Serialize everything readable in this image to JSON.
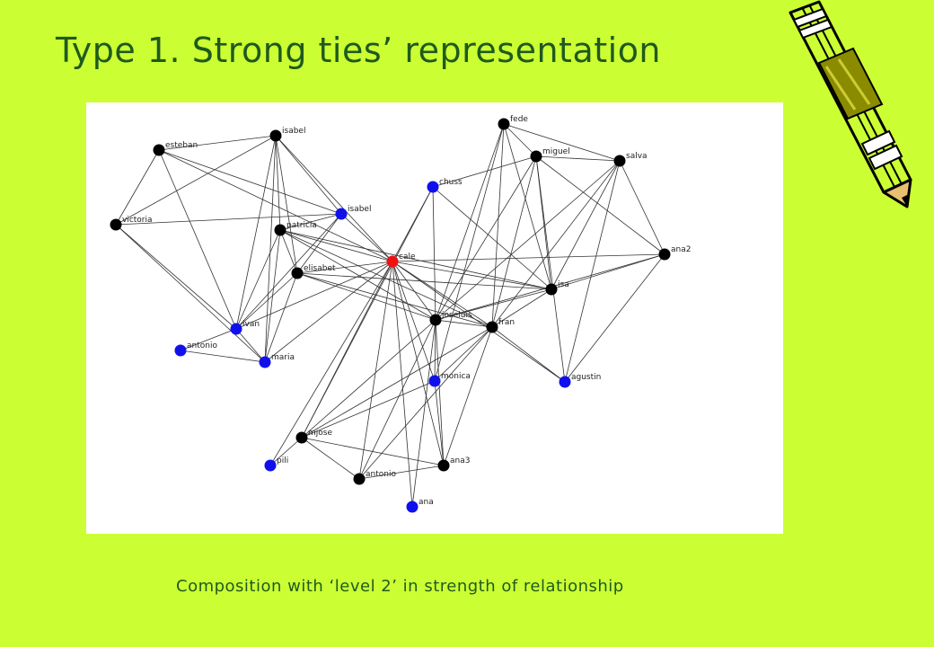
{
  "title": "Type 1. Strong ties’ representation",
  "caption": "Composition with ‘level 2’ in strength of relationship",
  "colors": {
    "background": "#ccff33",
    "text": "#1e5a1e",
    "node_black": "#000000",
    "node_blue": "#1010ee",
    "node_red": "#ee1111",
    "edge": "#333333"
  },
  "icons": {
    "decoration": "pencil-icon"
  },
  "nodes": [
    {
      "id": "esteban",
      "label": "esteban",
      "color": "black"
    },
    {
      "id": "isabel1",
      "label": "isabel",
      "color": "black"
    },
    {
      "id": "victoria",
      "label": "victoria",
      "color": "black"
    },
    {
      "id": "isabel2",
      "label": "isabel",
      "color": "blue"
    },
    {
      "id": "patricia",
      "label": "patricia",
      "color": "black"
    },
    {
      "id": "elisabet",
      "label": "elisabet",
      "color": "black"
    },
    {
      "id": "cale",
      "label": "cale",
      "color": "red"
    },
    {
      "id": "ivan",
      "label": "ivan",
      "color": "blue"
    },
    {
      "id": "antonio1",
      "label": "antonio",
      "color": "blue"
    },
    {
      "id": "maria",
      "label": "maria",
      "color": "blue"
    },
    {
      "id": "chuss",
      "label": "chuss",
      "color": "blue"
    },
    {
      "id": "fede",
      "label": "fede",
      "color": "black"
    },
    {
      "id": "miguel",
      "label": "miguel",
      "color": "black"
    },
    {
      "id": "salva",
      "label": "salva",
      "color": "black"
    },
    {
      "id": "ana2",
      "label": "ana2",
      "color": "black"
    },
    {
      "id": "isa",
      "label": "isa",
      "color": "black"
    },
    {
      "id": "joseluis",
      "label": "joseluis",
      "color": "black"
    },
    {
      "id": "fran",
      "label": "fran",
      "color": "black"
    },
    {
      "id": "monica",
      "label": "monica",
      "color": "blue"
    },
    {
      "id": "agustin",
      "label": "agustin",
      "color": "blue"
    },
    {
      "id": "mjose",
      "label": "mjose",
      "color": "black"
    },
    {
      "id": "pili",
      "label": "pili",
      "color": "blue"
    },
    {
      "id": "antonio2",
      "label": "antonio",
      "color": "black"
    },
    {
      "id": "ana3",
      "label": "ana3",
      "color": "black"
    },
    {
      "id": "ana",
      "label": "ana",
      "color": "blue"
    }
  ],
  "edges": [
    [
      "esteban",
      "isabel1"
    ],
    [
      "esteban",
      "victoria"
    ],
    [
      "esteban",
      "isabel2"
    ],
    [
      "esteban",
      "ivan"
    ],
    [
      "esteban",
      "cale"
    ],
    [
      "isabel1",
      "victoria"
    ],
    [
      "isabel1",
      "isabel2"
    ],
    [
      "isabel1",
      "patricia"
    ],
    [
      "isabel1",
      "elisabet"
    ],
    [
      "isabel1",
      "ivan"
    ],
    [
      "isabel1",
      "maria"
    ],
    [
      "isabel1",
      "cale"
    ],
    [
      "victoria",
      "isabel2"
    ],
    [
      "victoria",
      "ivan"
    ],
    [
      "victoria",
      "maria"
    ],
    [
      "isabel2",
      "patricia"
    ],
    [
      "isabel2",
      "elisabet"
    ],
    [
      "isabel2",
      "ivan"
    ],
    [
      "isabel2",
      "cale"
    ],
    [
      "patricia",
      "elisabet"
    ],
    [
      "patricia",
      "cale"
    ],
    [
      "patricia",
      "joseluis"
    ],
    [
      "patricia",
      "isa"
    ],
    [
      "patricia",
      "fran"
    ],
    [
      "patricia",
      "ivan"
    ],
    [
      "patricia",
      "maria"
    ],
    [
      "elisabet",
      "cale"
    ],
    [
      "elisabet",
      "ivan"
    ],
    [
      "elisabet",
      "maria"
    ],
    [
      "elisabet",
      "joseluis"
    ],
    [
      "elisabet",
      "isa"
    ],
    [
      "elisabet",
      "fran"
    ],
    [
      "ivan",
      "antonio1"
    ],
    [
      "ivan",
      "maria"
    ],
    [
      "ivan",
      "cale"
    ],
    [
      "antonio1",
      "maria"
    ],
    [
      "maria",
      "cale"
    ],
    [
      "cale",
      "chuss"
    ],
    [
      "cale",
      "ana2"
    ],
    [
      "cale",
      "isa"
    ],
    [
      "cale",
      "joseluis"
    ],
    [
      "cale",
      "fran"
    ],
    [
      "cale",
      "monica"
    ],
    [
      "cale",
      "agustin"
    ],
    [
      "cale",
      "mjose"
    ],
    [
      "cale",
      "pili"
    ],
    [
      "cale",
      "antonio2"
    ],
    [
      "cale",
      "ana3"
    ],
    [
      "cale",
      "ana"
    ],
    [
      "chuss",
      "miguel"
    ],
    [
      "chuss",
      "joseluis"
    ],
    [
      "chuss",
      "isa"
    ],
    [
      "chuss",
      "mjose"
    ],
    [
      "fede",
      "miguel"
    ],
    [
      "fede",
      "salva"
    ],
    [
      "fede",
      "isa"
    ],
    [
      "fede",
      "fran"
    ],
    [
      "fede",
      "joseluis"
    ],
    [
      "fede",
      "monica"
    ],
    [
      "miguel",
      "salva"
    ],
    [
      "miguel",
      "ana2"
    ],
    [
      "miguel",
      "isa"
    ],
    [
      "miguel",
      "joseluis"
    ],
    [
      "miguel",
      "fran"
    ],
    [
      "miguel",
      "agustin"
    ],
    [
      "salva",
      "ana2"
    ],
    [
      "salva",
      "isa"
    ],
    [
      "salva",
      "joseluis"
    ],
    [
      "salva",
      "fran"
    ],
    [
      "salva",
      "agustin"
    ],
    [
      "ana2",
      "isa"
    ],
    [
      "ana2",
      "joseluis"
    ],
    [
      "ana2",
      "agustin"
    ],
    [
      "isa",
      "joseluis"
    ],
    [
      "isa",
      "fran"
    ],
    [
      "joseluis",
      "fran"
    ],
    [
      "joseluis",
      "monica"
    ],
    [
      "joseluis",
      "ana3"
    ],
    [
      "joseluis",
      "ana"
    ],
    [
      "joseluis",
      "antonio2"
    ],
    [
      "joseluis",
      "mjose"
    ],
    [
      "fran",
      "agustin"
    ],
    [
      "fran",
      "monica"
    ],
    [
      "fran",
      "ana3"
    ],
    [
      "fran",
      "mjose"
    ],
    [
      "fran",
      "antonio2"
    ],
    [
      "monica",
      "mjose"
    ],
    [
      "monica",
      "ana3"
    ],
    [
      "mjose",
      "pili"
    ],
    [
      "mjose",
      "antonio2"
    ],
    [
      "mjose",
      "ana3"
    ],
    [
      "antonio2",
      "ana3"
    ]
  ]
}
